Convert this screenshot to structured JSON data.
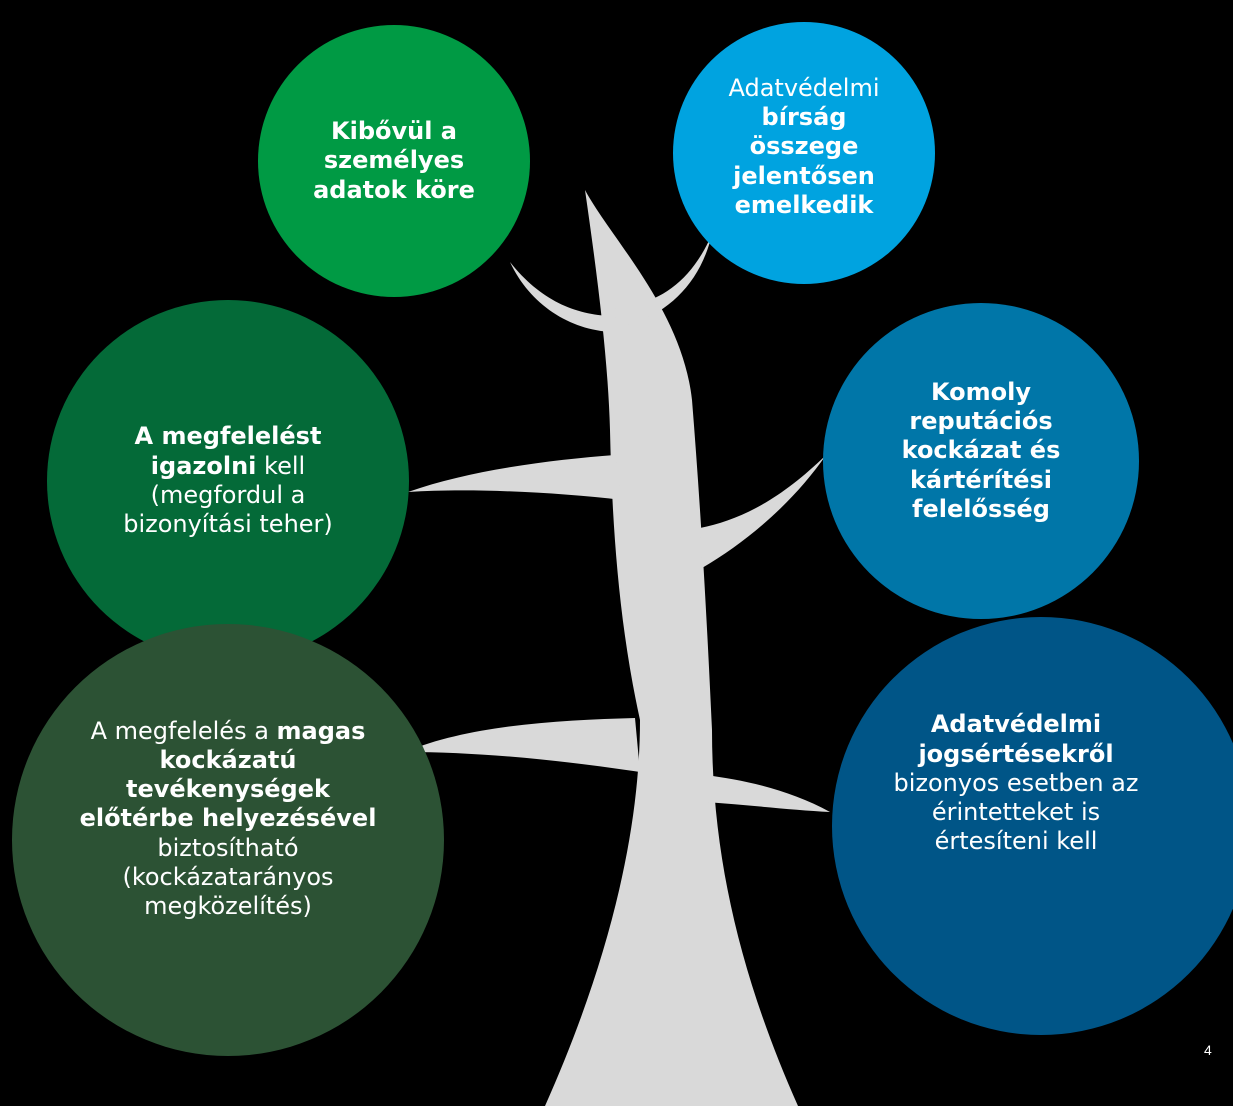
{
  "colors": {
    "background": "#000000",
    "tree": "#d9d9d9",
    "bubble_top_left": "#009a44",
    "bubble_top_right": "#00a3e0",
    "bubble_mid_left": "#046a38",
    "bubble_mid_right": "#0076a8",
    "bubble_bottom_left": "#2c5234",
    "bubble_bottom_right": "#005587",
    "text": "#ffffff"
  },
  "bubbles": {
    "top_left": {
      "bold1": "Kibővül  a személyes adatok köre"
    },
    "top_right": {
      "normal1": "Adatvédelmi",
      "bold1": "bírság összege jelentősen emelkedik"
    },
    "mid_left": {
      "bold1": "A megfelelést igazolni",
      "normal1": " kell (megfordul a bizonyítási teher)"
    },
    "mid_right": {
      "bold1": "Komoly reputációs kockázat és kártérítési felelősség"
    },
    "bottom_left": {
      "normal1": "A megfelelés a ",
      "bold1": "magas kockázatú tevékenységek előtérbe helyezésével",
      "normal2": " biztosítható (kockázatarányos megközelítés)"
    },
    "bottom_right": {
      "bold1": "Adatvédelmi jogsértésekről",
      "normal1": " bizonyos esetben az érintetteket is értesíteni kell"
    }
  },
  "page_number": "4"
}
